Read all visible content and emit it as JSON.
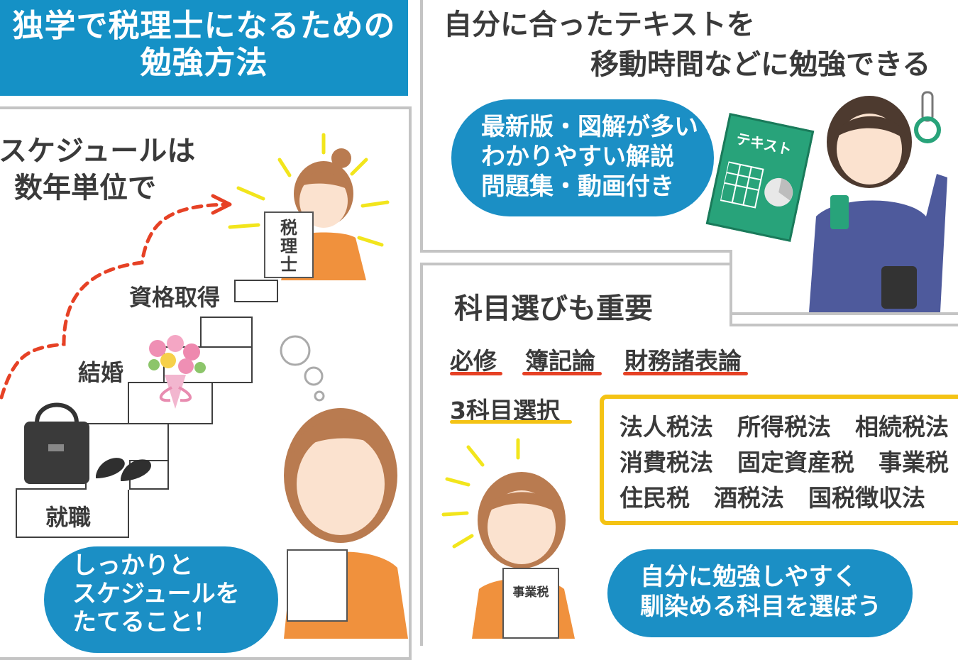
{
  "title": {
    "line1": "独学で税理士になるための",
    "line2": "勉強方法"
  },
  "schedule": {
    "heading_line1": "スケジュールは",
    "heading_line2": "数年単位で",
    "steps": {
      "job": "就職",
      "marriage": "結婚",
      "license": "資格取得"
    },
    "certificate_text": "税理士",
    "bubble_lines": [
      "しっかりと",
      "スケジュールを",
      "たてること！"
    ]
  },
  "textbook": {
    "heading_line1": "自分に合ったテキストを",
    "heading_line2": "移動時間などに勉強できる",
    "bubble_lines": [
      "最新版・図解が多い",
      "わかりやすい解説",
      "問題集・動画付き"
    ],
    "book_label": "テキスト"
  },
  "subjects": {
    "heading": "科目選びも重要",
    "required": [
      "必修",
      "簿記論",
      "財務諸表論"
    ],
    "elective_label": "3科目選択",
    "electives_rows": [
      [
        "法人税法",
        "所得税法",
        "相続税法"
      ],
      [
        "消費税法",
        "固定資産税",
        "事業税"
      ],
      [
        "住民税",
        "酒税法",
        "国税徴収法"
      ]
    ],
    "paper_label": "事業税",
    "bubble_lines": [
      "自分に勉強しやすく",
      "馴染める科目を選ぼう"
    ]
  },
  "colors": {
    "title_bg": "#1591c6",
    "bubble": "#1b8fc5",
    "red_underline": "#e64125",
    "yellow": "#f4c314",
    "frame": "#c4c4c4"
  }
}
